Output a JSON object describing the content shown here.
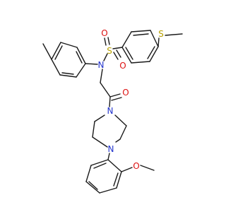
{
  "structure": {
    "atoms": {
      "sulfonyl_s": "S",
      "sulfonyl_o_top": "O",
      "sulfonyl_o_bottom": "O",
      "sulfonamide_n": "N",
      "thioether_s": "S",
      "carbonyl_o": "O",
      "piperazine_n_top": "N",
      "piperazine_n_bottom": "N",
      "methoxy_o": "O"
    }
  },
  "colors": {
    "bond": "#1a1a1a",
    "nitrogen": "#2233cc",
    "oxygen": "#dd1111",
    "sulfur": "#b8a000"
  }
}
